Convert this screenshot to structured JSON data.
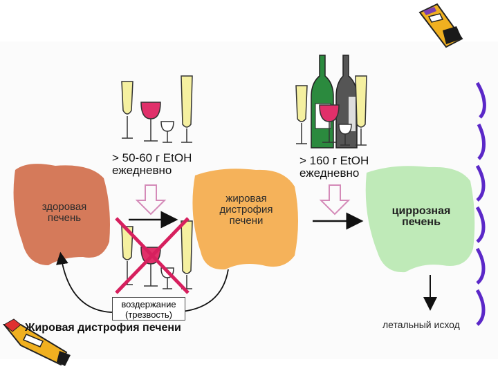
{
  "diagram": {
    "healthy_liver_label": "здоровая\nпечень",
    "fatty_liver_label": "жировая\nдистрофия\nпечени",
    "cirrhotic_liver_label": "циррозная\nпечень",
    "condition_1": "> 50-60 г EtOH\nежедневно",
    "condition_2": "> 160 г EtOH\nежедневно",
    "abstinence_label": "воздержание\n(трезвость)",
    "outcome_label": "летальный исход",
    "caption": "Жировая дистрофия печени"
  },
  "colors": {
    "healthy_liver": "#d57a5a",
    "fatty_liver": "#f5b25a",
    "cirrhotic_liver": "#bfeab8",
    "wine": "#e0306a",
    "champagne": "#f5f0a0",
    "green_bottle": "#2b8a3e",
    "gray_bottle": "#555555",
    "cross": "#d6205e",
    "pink_arrow": "#d48ab8"
  },
  "icons": [
    "wine-glass-icon",
    "champagne-glass-icon",
    "bottle-icon",
    "pencil-icon",
    "arrow-icon"
  ]
}
